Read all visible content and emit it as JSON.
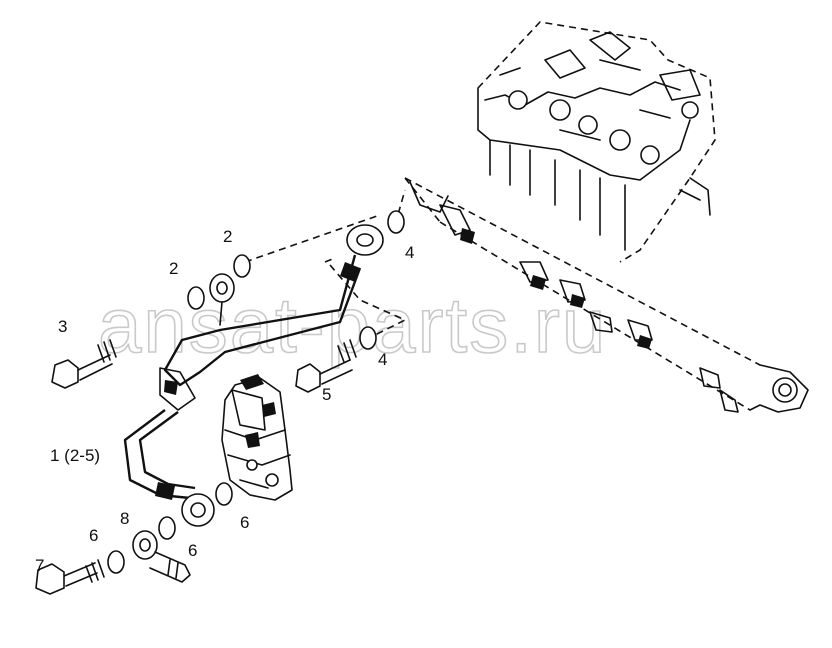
{
  "watermark": "ansat-parts.ru",
  "callouts": {
    "c1": "1 (2-5)",
    "c2a": "2",
    "c2b": "2",
    "c3": "3",
    "c4a": "4",
    "c4b": "4",
    "c5": "5",
    "c6a": "6",
    "c6b": "6",
    "c6c": "6",
    "c7": "7",
    "c8": "8"
  }
}
